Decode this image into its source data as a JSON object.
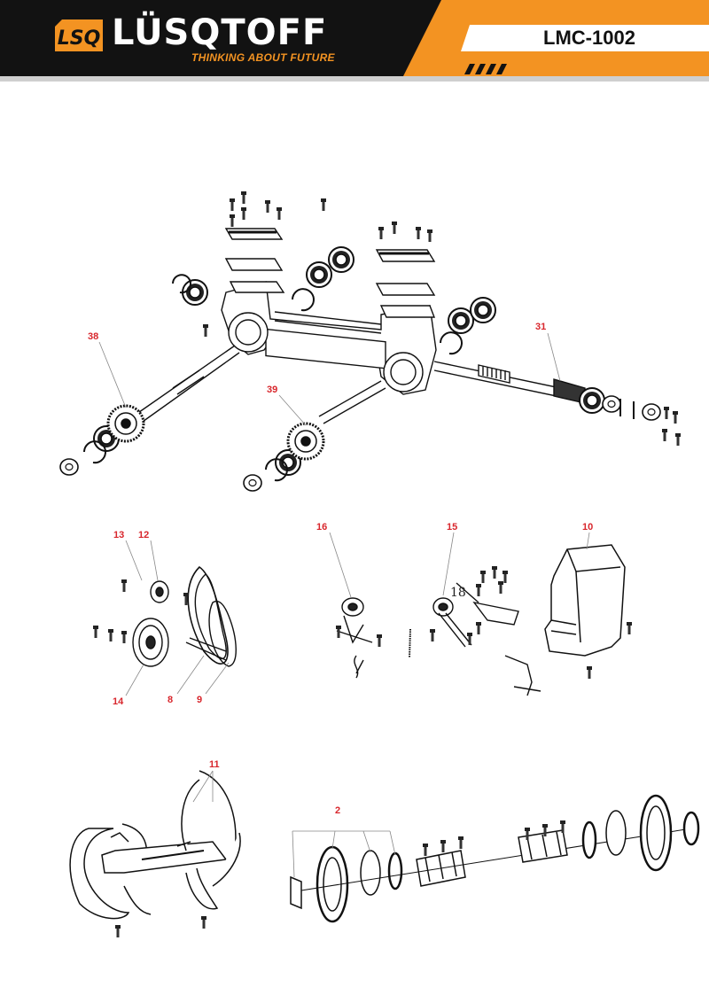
{
  "header": {
    "logo_mark": "LSQ",
    "brand": "LÜSQTOFF",
    "tagline": "THINKING ABOUT FUTURE",
    "model": "LMC-1002",
    "colors": {
      "bar": "#121212",
      "accent": "#f39322",
      "label_bg": "#ffffff"
    }
  },
  "callouts": {
    "c38": "38",
    "c39": "39",
    "c31": "31",
    "c13": "13",
    "c12": "12",
    "c14": "14",
    "c8": "8",
    "c9": "9",
    "c16": "16",
    "c15": "15",
    "c18": "18",
    "c10": "10",
    "c11": "11",
    "c2": "2"
  },
  "callout_color": "#d8262c"
}
